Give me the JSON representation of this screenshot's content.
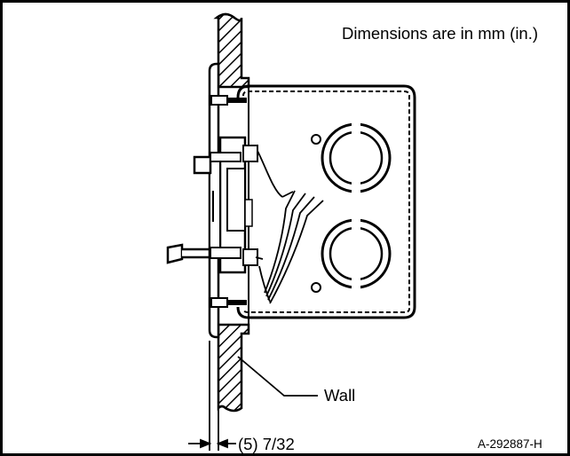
{
  "figure": {
    "dimensions_note": "Dimensions are in mm (in.)",
    "wall_label": "Wall",
    "dimension_value": "(5) 7/32",
    "figure_id": "A-292887-H"
  }
}
